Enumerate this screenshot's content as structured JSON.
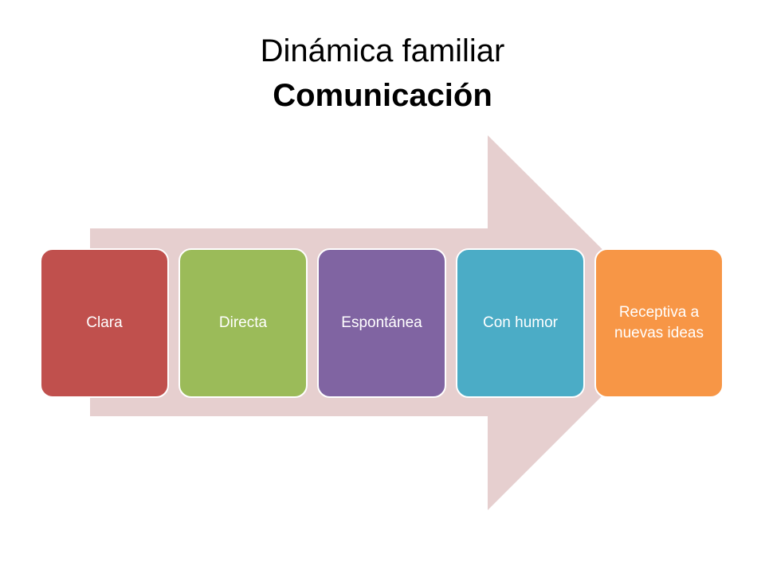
{
  "slide": {
    "title": "Dinámica familiar",
    "subtitle": "Comunicación"
  },
  "diagram": {
    "arrow_color": "#E6CFCF",
    "steps": [
      {
        "label": "Clara",
        "color": "#C0504D"
      },
      {
        "label": "Directa",
        "color": "#9BBB59"
      },
      {
        "label": "Espontánea",
        "color": "#8064A2"
      },
      {
        "label": "Con humor",
        "color": "#4BACC6"
      },
      {
        "label": "Receptiva a nuevas ideas",
        "color": "#F79646"
      }
    ]
  }
}
